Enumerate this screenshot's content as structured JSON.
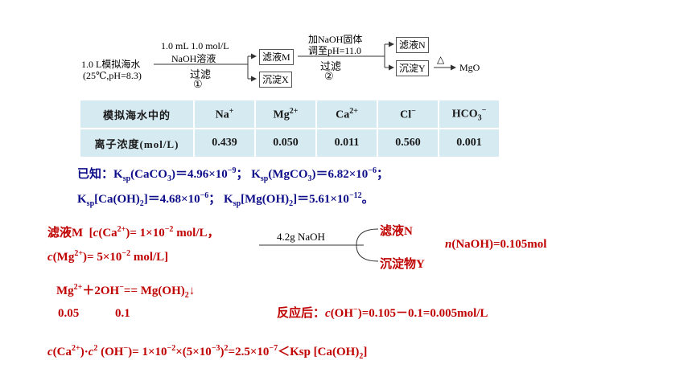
{
  "flowchart": {
    "feed_line1": "1.0 L模拟海水",
    "feed_line2": "(25℃,pH=8.3)",
    "step1_top1": "1.0 mL 1.0 mol/L",
    "step1_top2": "NaOH溶液",
    "step1_bottom": "过滤",
    "step1_num": "①",
    "box_filtrate_m": "滤液M",
    "box_precip_x": "沉淀X",
    "step2_top1": "加NaOH固体",
    "step2_top2": "调至pH=11.0",
    "step2_bottom": "过滤",
    "step2_num": "②",
    "box_filtrate_n": "滤液N",
    "box_precip_y": "沉淀Y",
    "heat_symbol": "△",
    "product": "MgO"
  },
  "ion_table": {
    "header_row1": "模拟海水中的",
    "header_row2": "离子浓度(mol/L)",
    "ions": [
      "Na",
      "Mg",
      "Ca",
      "Cl",
      "HCO"
    ],
    "charges": [
      "+",
      "2+",
      "2+",
      "−",
      "−"
    ],
    "hco_sub": "3",
    "values": [
      "0.439",
      "0.050",
      "0.011",
      "0.560",
      "0.001"
    ]
  },
  "known": {
    "prefix": "已知：",
    "ksp1_compound": "(CaCO",
    "ksp1_value": ")＝4.96×10",
    "ksp1_exp": "−9",
    "ksp2_compound": "(MgCO",
    "ksp2_value": ")＝6.82×10",
    "ksp2_exp": "−6",
    "ksp3_compound": "[Ca(OH)",
    "ksp3_value": "]＝4.68×10",
    "ksp3_exp": "−6",
    "ksp4_compound": "[Mg(OH)",
    "ksp4_value": "]＝5.61×10",
    "ksp4_exp": "−12"
  },
  "solution": {
    "filtrate_m": "滤液M",
    "ca_expr": "= 1×10",
    "ca_exp": "−2",
    "ca_unit": " mol/L，",
    "mg_expr": "= 5×10",
    "mg_exp": "−2",
    "mg_unit": " mol/L]",
    "naoh_label": "4.2g NaOH",
    "branch_top": "滤液N",
    "branch_bottom": "沉淀物Y",
    "n_naoh": "(NaOH)=0.105mol",
    "reaction": "＋2OH",
    "reaction_mid": "== Mg(OH)",
    "reaction_end": "↓",
    "mol_mg": "0.05",
    "mol_oh": "0.1",
    "after_label": "反应后：",
    "after_expr": "(OH",
    "after_value": ")=0.105－0.1=0.005mol/L",
    "final_mid": " (OH",
    "final_expr": ")= 1×10",
    "final_exp1": "−2",
    "final_mult": "×(5×10",
    "final_exp2": "−3",
    "final_tail": "=2.5×10",
    "final_exp3": "−7",
    "final_end": "＜Ksp [Ca(OH)",
    "final_close": "]"
  }
}
